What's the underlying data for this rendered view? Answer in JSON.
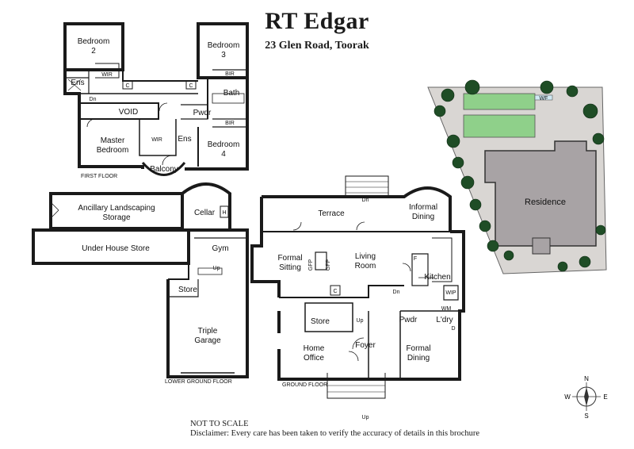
{
  "header": {
    "title": "RT Edgar",
    "address": "23 Glen Road, Toorak"
  },
  "first_floor": {
    "floor_label": "FIRST FLOOR",
    "rooms": {
      "bedroom2": [
        "Bedroom",
        "2"
      ],
      "bedroom3": [
        "Bedroom",
        "3"
      ],
      "bedroom4": [
        "Bedroom",
        "4"
      ],
      "master": [
        "Master",
        "Bedroom"
      ],
      "ens_left": "Ens",
      "wir_top": "WIR",
      "bir_top": "BIR",
      "bath": "Bath",
      "void": "VOID",
      "pwdr": "Pwdr",
      "bir_bottom": "BIR",
      "wir_master": "WIR",
      "ens_master": "Ens",
      "balcony": "Balcony",
      "c1": "C",
      "c2": "C",
      "dn": "Dn"
    }
  },
  "lower_ground": {
    "floor_label": "LOWER GROUND FLOOR",
    "rooms": {
      "ancillary": [
        "Ancillary Landscaping",
        "Storage"
      ],
      "cellar": "Cellar",
      "h": "H",
      "under_house": "Under House Store",
      "gym": "Gym",
      "store": "Store",
      "garage": [
        "Triple",
        "Garage"
      ],
      "up": "Up"
    }
  },
  "ground_floor": {
    "floor_label": "GROUND FLOOR",
    "rooms": {
      "terrace": "Terrace",
      "informal_dining": [
        "Informal",
        "Dining"
      ],
      "formal_sitting": [
        "Formal",
        "Sitting"
      ],
      "living": [
        "Living",
        "Room"
      ],
      "kitchen": "Kitchen",
      "f": "F",
      "wip": "WIP",
      "store": "Store",
      "pwdr": "Pwdr",
      "ldry": "L'dry",
      "wm": "WM",
      "home_office": [
        "Home",
        "Office"
      ],
      "foyer": "Foyer",
      "formal_dining": [
        "Formal",
        "Dining"
      ],
      "gfp1": "GFP",
      "gfp2": "GFP",
      "c": "C",
      "d": "D",
      "dn_top": "Dn",
      "dn_mid": "Dn",
      "up_mid": "Up",
      "up_bottom": "Up"
    }
  },
  "site": {
    "residence": "Residence",
    "wf": "WF",
    "colors": {
      "residence": "#a8a3a5",
      "pool": "#8fd08a",
      "trees": "#1f4d26",
      "paving": "#d9d6d3"
    }
  },
  "footer": {
    "not_to_scale": "NOT TO SCALE",
    "disclaimer": "Disclaimer: Every care has been taken to verify the accuracy of details in this brochure"
  },
  "compass": {
    "n": "N",
    "s": "S",
    "e": "E",
    "w": "W"
  }
}
